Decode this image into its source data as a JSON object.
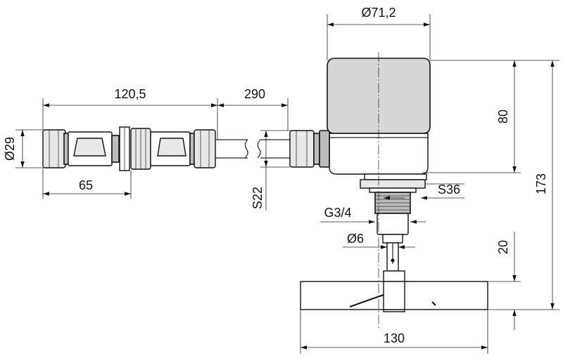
{
  "dimensions": {
    "housing_diameter": "Ø71,2",
    "connector_length": "120,5",
    "cable_length": "290",
    "connector_diameter": "Ø29",
    "connector_body_length": "65",
    "cable_gland_wrench": "S22",
    "housing_height": "80",
    "mount_wrench": "S36",
    "thread": "G3/4",
    "shaft_diameter": "Ø6",
    "total_height": "173",
    "paddle_height": "20",
    "paddle_length": "130"
  }
}
